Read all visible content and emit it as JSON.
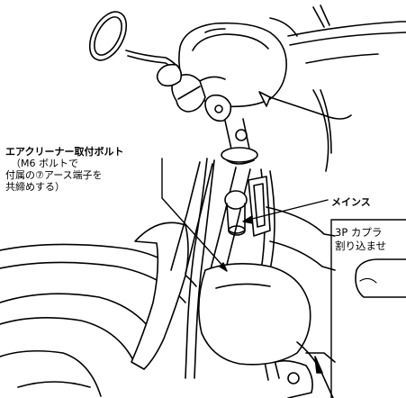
{
  "labels": {
    "air_cleaner_bolt": {
      "line1": "エアクリーナー取付ボルト",
      "line2": "（M6 ボルトで",
      "line3": "付属の⑦アース端子を",
      "line4": "共締めする）"
    },
    "main_switch": "メインス",
    "connector_callout": {
      "line1": "3P カプラ",
      "line2": "割り込ませ"
    }
  },
  "colors": {
    "line": "#000000",
    "fill": "#ffffff",
    "tank": "#ffffff"
  }
}
